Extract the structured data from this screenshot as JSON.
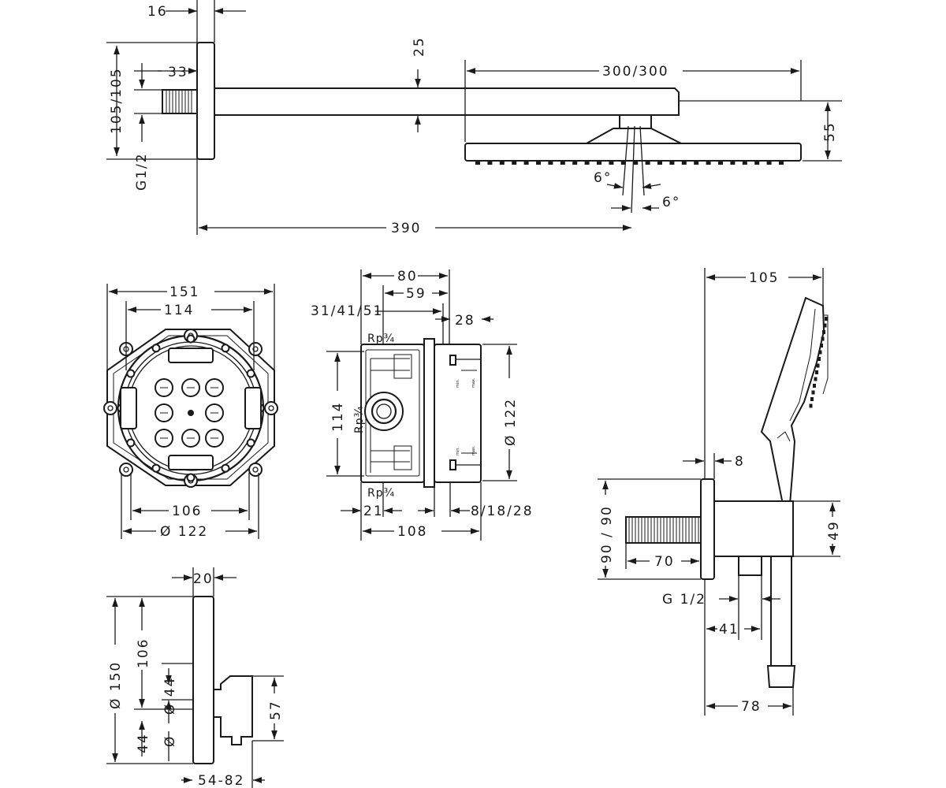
{
  "overhead": {
    "d_flange_t": "16",
    "d_thread_len": "33",
    "d_flange_h": "105/105",
    "d_thread": "G1/2",
    "d_arm_h": "25",
    "d_head_w": "300/300",
    "d_head_h": "55",
    "d_angle_a": "6°",
    "d_angle_b": "6°",
    "d_total_len": "390"
  },
  "box_front": {
    "d_outer": "151",
    "d_inner": "114",
    "d_bottom": "106",
    "d_diam": "Ø 122"
  },
  "box_side": {
    "d_80": "80",
    "d_59": "59",
    "d_depth": "31/41/51",
    "d_28": "28",
    "rp_top": "Rp¾",
    "rp_mid": "Rp¾",
    "rp_bot": "Rp¾",
    "d_114": "114",
    "d_122": "Ø 122",
    "d_21": "21",
    "d_plaster": "8/18/28",
    "d_108": "108",
    "lbl_min_1": "min.",
    "lbl_max_1": "max.",
    "lbl_min_2": "min.",
    "lbl_max_2": "max."
  },
  "thermostat": {
    "d_20": "20",
    "d_150": "Ø 150",
    "d_106": "106",
    "d_44a": "Ø 44",
    "d_44b": "44",
    "d_44c": "Ø",
    "d_57": "57",
    "d_5482": "54-82"
  },
  "hand_shower": {
    "d_105": "105",
    "d_8": "8",
    "d_9090": "90 / 90",
    "d_70": "70",
    "d_49": "49",
    "d_g12": "G 1/2",
    "d_41": "41",
    "d_78": "78"
  }
}
